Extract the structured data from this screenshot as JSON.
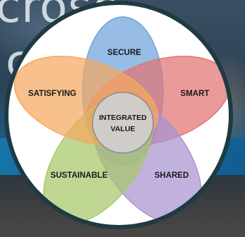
{
  "background": {
    "text_line_1": "crosc",
    "text_line_2": "ch"
  },
  "diagram": {
    "center": {
      "label_line_1": "INTEGRATED",
      "label_line_2": "VALUE"
    },
    "petals": [
      {
        "label": "SECURE",
        "color": "#6fa3dc"
      },
      {
        "label": "SMART",
        "color": "#e27572"
      },
      {
        "label": "SHARED",
        "color": "#a993d0"
      },
      {
        "label": "SUSTAINABLE",
        "color": "#a7c86a"
      },
      {
        "label": "SATISFYING",
        "color": "#f4a860"
      }
    ],
    "center_color": "#cfcfcf"
  }
}
